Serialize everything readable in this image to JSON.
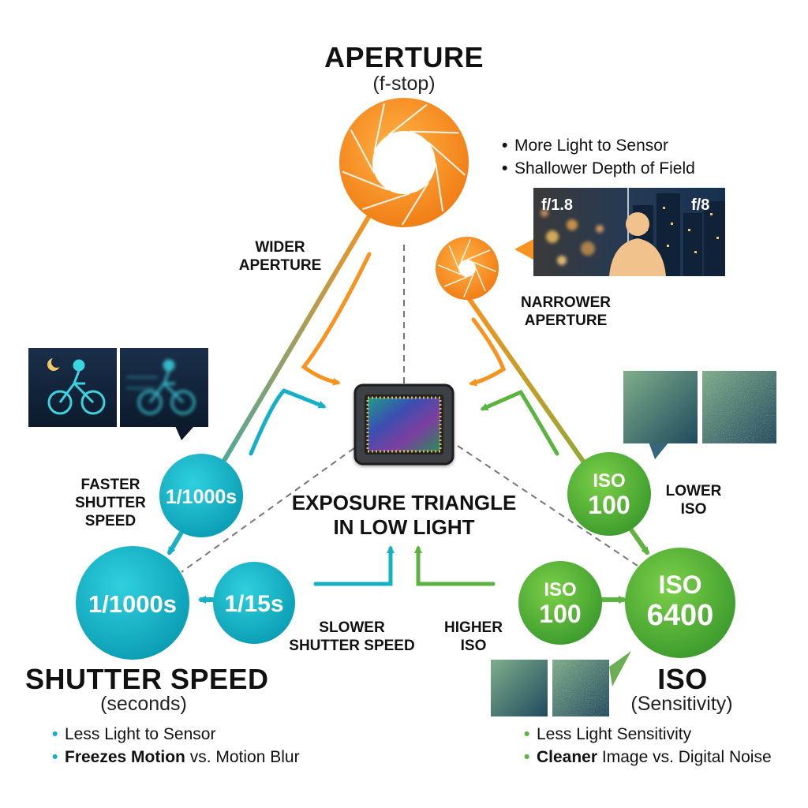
{
  "aperture": {
    "title": "APERTURE",
    "subtitle": "(f-stop)",
    "wider_label": [
      "WIDER",
      "APERTURE"
    ],
    "narrower_label": [
      "NARROWER",
      "APERTURE"
    ],
    "bullets": [
      "More Light to Sensor",
      "Shallower Depth of Field"
    ],
    "thumb_left": "f/1.8",
    "thumb_right": "f/8",
    "color": "#f7931e"
  },
  "shutter": {
    "title": "SHUTTER SPEED",
    "subtitle": "(seconds)",
    "faster_label": [
      "FASTER",
      "SHUTTER",
      "SPEED"
    ],
    "slower_label": [
      "SLOWER",
      "SHUTTER SPEED"
    ],
    "circle_small": "1/1000s",
    "circle_main": "1/1000s",
    "circle_slow": "1/15s",
    "bullets": [
      {
        "strong": "",
        "text": "Less Light to Sensor"
      },
      {
        "strong": "Freezes Motion",
        "text": " vs. Motion Blur"
      }
    ],
    "color": "#14b1c6"
  },
  "iso": {
    "title": "ISO",
    "subtitle": "(Sensitivity)",
    "lower_label": [
      "LOWER",
      "ISO"
    ],
    "higher_label": [
      "HIGHER",
      "ISO"
    ],
    "circle_low": [
      "ISO",
      "100"
    ],
    "circle_mid": [
      "ISO",
      "100"
    ],
    "circle_main": [
      "ISO",
      "6400"
    ],
    "bullets": [
      {
        "strong": "",
        "text": "Less Light Sensitivity"
      },
      {
        "strong": "Cleaner",
        "text": " Image vs. Digital Noise"
      }
    ],
    "color": "#5cb440"
  },
  "center": {
    "title": [
      "EXPOSURE TRIANGLE",
      "IN LOW LIGHT"
    ]
  }
}
